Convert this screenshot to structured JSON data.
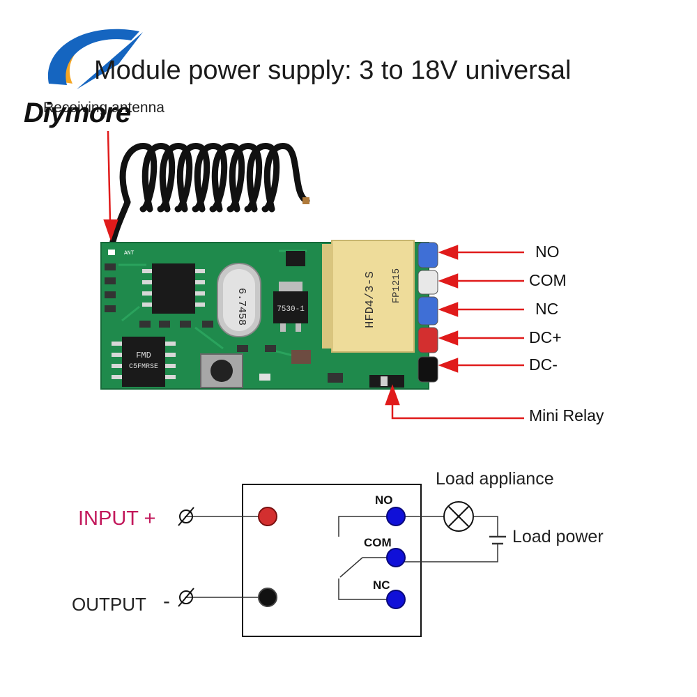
{
  "brand": {
    "name": "Diymore",
    "colors": {
      "swoosh_blue": "#1565c0",
      "swoosh_orange": "#f5a623"
    }
  },
  "header": {
    "title": "Module power supply: 3 to 18V universal"
  },
  "module": {
    "antenna_label": "Receiving antenna",
    "crystal_marking": "6.7458",
    "regulator_marking": "7530-1",
    "chip_marking_top": "FMD",
    "chip_marking_bottom": "C5FMRSE",
    "relay_marking_1": "HFD4/3-S",
    "relay_marking_2": "FP1215",
    "silkscreen_ant": "ANT",
    "pins": [
      {
        "label": "NO",
        "wire_color": "#3f6fd6"
      },
      {
        "label": "COM",
        "wire_color": "#e8e8e8"
      },
      {
        "label": "NC",
        "wire_color": "#3f6fd6"
      },
      {
        "label": "DC+",
        "wire_color": "#d32f2f"
      },
      {
        "label": "DC-",
        "wire_color": "#111111"
      }
    ],
    "relay_pointer_label": "Mini Relay",
    "pcb_color": "#1f8a4c",
    "arrow_color": "#e01b1b"
  },
  "schematic": {
    "input_label": "INPUT +",
    "output_label": "OUTPUT",
    "output_sign": "-",
    "terminal_no": "NO",
    "terminal_com": "COM",
    "terminal_nc": "NC",
    "load_appliance": "Load appliance",
    "load_power": "Load power"
  }
}
